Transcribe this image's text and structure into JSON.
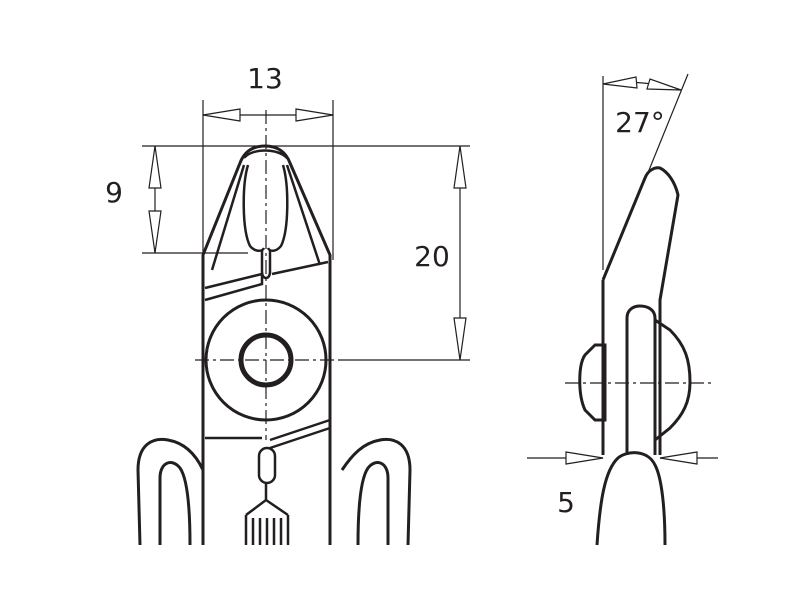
{
  "drawing": {
    "front_view": {
      "dimensions": {
        "jaw_width": "13",
        "jaw_depth": "9",
        "head_length": "20"
      }
    },
    "side_view": {
      "dimensions": {
        "bevel_angle": "27°",
        "thickness": "5"
      }
    }
  }
}
